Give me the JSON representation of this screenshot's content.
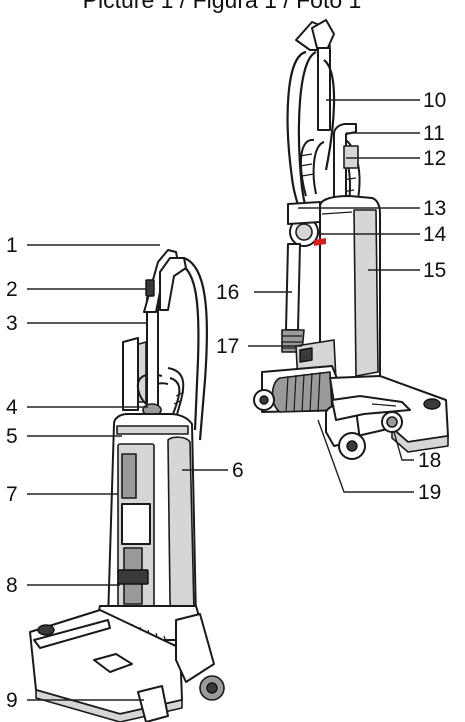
{
  "caption": "Picture 1 / Figura 1 / Foto 1",
  "callouts": [
    "1",
    "2",
    "3",
    "4",
    "5",
    "6",
    "7",
    "8",
    "9",
    "10",
    "11",
    "12",
    "13",
    "14",
    "15",
    "16",
    "17",
    "18",
    "19"
  ],
  "colors": {
    "line": "#1a1a1a",
    "grey_light": "#d6d6d6",
    "grey_mid": "#9a9a9a",
    "accent": "#d22020"
  }
}
